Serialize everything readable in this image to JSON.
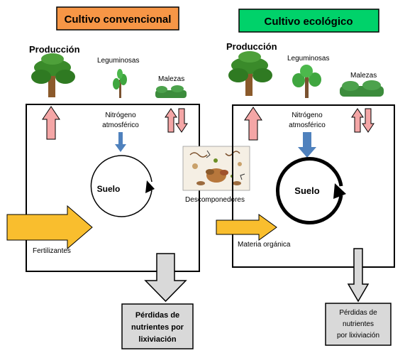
{
  "left_panel": {
    "header": "Cultivo convencional",
    "header_color": "#F79646",
    "produccion": "Producción",
    "leguminosas": "Leguminosas",
    "malezas": "Malezas",
    "nitrogeno_line1": "Nitrógeno",
    "nitrogeno_line2": "atmosférico",
    "suelo": "Suelo",
    "input_label": "Fertilizantes",
    "loss_line1": "Pérdidas de",
    "loss_line2": "nutrientes por",
    "loss_line3": "lixiviación"
  },
  "right_panel": {
    "header": "Cultivo ecológico",
    "header_color": "#00D26A",
    "produccion": "Producción",
    "leguminosas": "Leguminosas",
    "malezas": "Malezas",
    "nitrogeno_line1": "Nitrógeno",
    "nitrogeno_line2": "atmosférico",
    "suelo": "Suelo",
    "input_label": "Materia orgánica",
    "loss_line1": "Pérdidas de",
    "loss_line2": "nutrientes",
    "loss_line3": "por lixiviación"
  },
  "center": {
    "descomponedores": "Descomponedores"
  },
  "colors": {
    "up_arrow": "#F4A6A6",
    "input_arrow": "#F9BE2E",
    "nitrogen_arrow": "#4F81BD",
    "loss_box": "#D9D9D9",
    "tree_green": "#3A8A2A",
    "trunk": "#8B5A2B"
  },
  "icons": [
    "tree-icon",
    "sapling-icon",
    "weed-icon",
    "decomposers-icon",
    "soil-cycle-icon"
  ]
}
